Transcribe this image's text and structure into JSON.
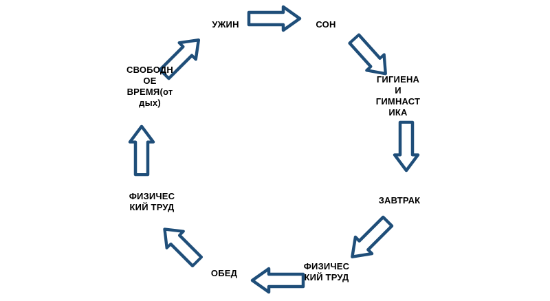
{
  "colors": {
    "arrow_outline": "#1f4e79",
    "arrow_fill": "#ffffff",
    "text": "#000000",
    "background": "#ffffff"
  },
  "nodes": [
    {
      "id": "uzhin",
      "label": "УЖИН"
    },
    {
      "id": "son",
      "label": "СОН"
    },
    {
      "id": "gigiena",
      "label": "ГИГИЕНА\nИ\nГИМНАСТ\nИКА"
    },
    {
      "id": "zavtrak",
      "label": "ЗАВТРАК"
    },
    {
      "id": "fiz-trud-right",
      "label": "ФИЗИЧЕС\nКИЙ ТРУД"
    },
    {
      "id": "obed",
      "label": "ОБЕД"
    },
    {
      "id": "fiz-trud-left",
      "label": "ФИЗИЧЕС\nКИЙ ТРУД"
    },
    {
      "id": "svobodnoe",
      "label": "СВОБОДН\nОЕ\nВРЕМЯ(от\nдых)"
    }
  ],
  "arrows": [
    {
      "name": "arrow-uzhin-to-son",
      "icon": "right-arrow-icon"
    },
    {
      "name": "arrow-son-to-gigiena",
      "icon": "down-right-arrow-icon"
    },
    {
      "name": "arrow-gigiena-to-zavtrak",
      "icon": "down-arrow-icon"
    },
    {
      "name": "arrow-zavtrak-to-fiz-trud",
      "icon": "down-left-arrow-icon"
    },
    {
      "name": "arrow-fiz-trud-to-obed",
      "icon": "left-arrow-icon"
    },
    {
      "name": "arrow-obed-to-fiz-trud",
      "icon": "up-left-arrow-icon"
    },
    {
      "name": "arrow-fiz-trud-to-svobodnoe",
      "icon": "up-arrow-icon"
    },
    {
      "name": "arrow-svobodnoe-to-uzhin",
      "icon": "up-right-arrow-icon"
    }
  ]
}
